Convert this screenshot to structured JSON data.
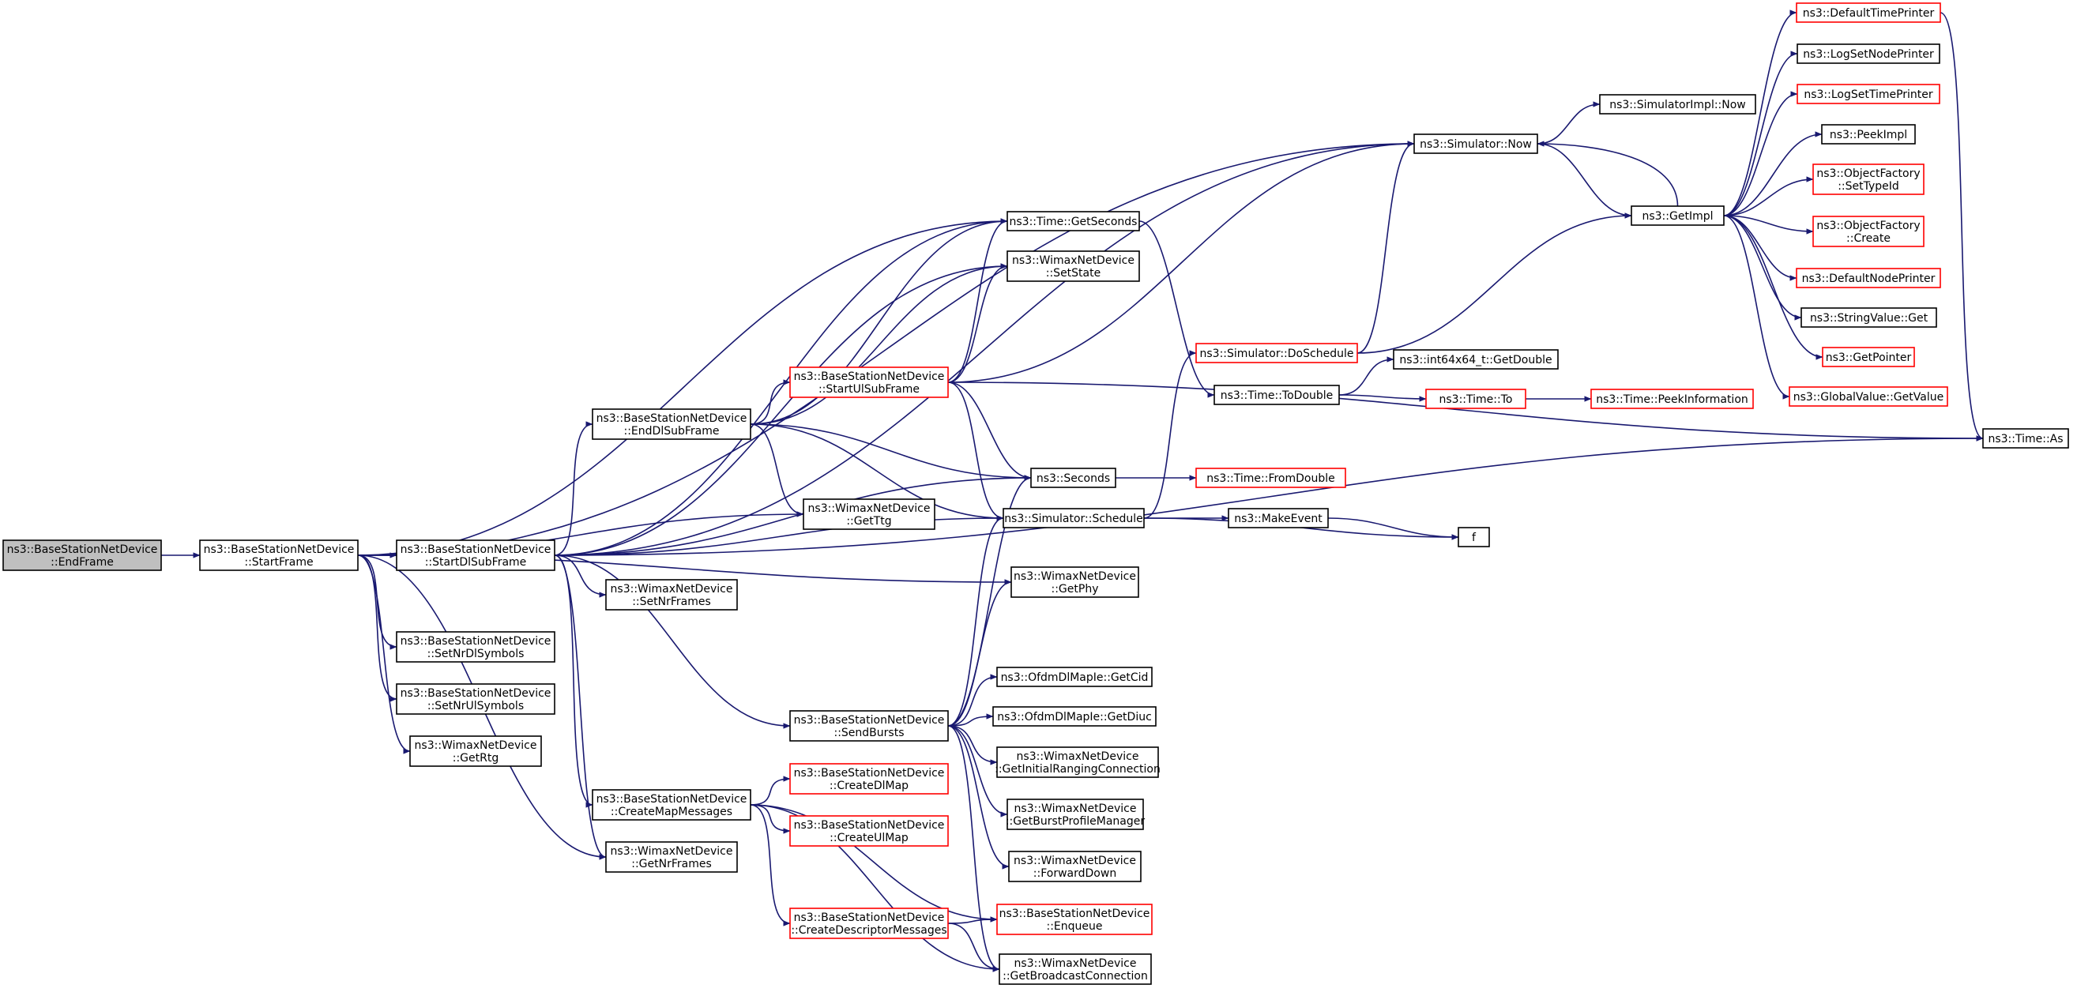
{
  "colors": {
    "edge": "#191970",
    "normal_border": "#000000",
    "link_border": "#ff0000",
    "root_fill": "#bfbfbf",
    "node_fill": "#ffffff"
  },
  "nodes": [
    {
      "id": "EndFrame",
      "lines": [
        "ns3::BaseStationNetDevice",
        "::EndFrame"
      ],
      "style": "root"
    },
    {
      "id": "StartFrame",
      "lines": [
        "ns3::BaseStationNetDevice",
        "::StartFrame"
      ],
      "style": "normal"
    },
    {
      "id": "StartDlSubFrame",
      "lines": [
        "ns3::BaseStationNetDevice",
        "::StartDlSubFrame"
      ],
      "style": "normal"
    },
    {
      "id": "SetNrDlSymbols",
      "lines": [
        "ns3::BaseStationNetDevice",
        "::SetNrDlSymbols"
      ],
      "style": "normal"
    },
    {
      "id": "SetNrUlSymbols",
      "lines": [
        "ns3::BaseStationNetDevice",
        "::SetNrUlSymbols"
      ],
      "style": "normal"
    },
    {
      "id": "GetRtg",
      "lines": [
        "ns3::WimaxNetDevice",
        "::GetRtg"
      ],
      "style": "normal"
    },
    {
      "id": "EndDlSubFrame",
      "lines": [
        "ns3::BaseStationNetDevice",
        "::EndDlSubFrame"
      ],
      "style": "normal"
    },
    {
      "id": "SetNrFrames",
      "lines": [
        "ns3::WimaxNetDevice",
        "::SetNrFrames"
      ],
      "style": "normal"
    },
    {
      "id": "CreateMapMessages",
      "lines": [
        "ns3::BaseStationNetDevice",
        "::CreateMapMessages"
      ],
      "style": "normal"
    },
    {
      "id": "GetNrFrames",
      "lines": [
        "ns3::WimaxNetDevice",
        "::GetNrFrames"
      ],
      "style": "normal"
    },
    {
      "id": "StartUlSubFrame",
      "lines": [
        "ns3::BaseStationNetDevice",
        "::StartUlSubFrame"
      ],
      "style": "link"
    },
    {
      "id": "GetTtg",
      "lines": [
        "ns3::WimaxNetDevice",
        "::GetTtg"
      ],
      "style": "normal"
    },
    {
      "id": "SendBursts",
      "lines": [
        "ns3::BaseStationNetDevice",
        "::SendBursts"
      ],
      "style": "normal"
    },
    {
      "id": "CreateDlMap",
      "lines": [
        "ns3::BaseStationNetDevice",
        "::CreateDlMap"
      ],
      "style": "link"
    },
    {
      "id": "CreateUlMap",
      "lines": [
        "ns3::BaseStationNetDevice",
        "::CreateUlMap"
      ],
      "style": "link"
    },
    {
      "id": "CreateDescriptorMessages",
      "lines": [
        "ns3::BaseStationNetDevice",
        "::CreateDescriptorMessages"
      ],
      "style": "link"
    },
    {
      "id": "GetSeconds",
      "lines": [
        "ns3::Time::GetSeconds"
      ],
      "style": "normal"
    },
    {
      "id": "SetState",
      "lines": [
        "ns3::WimaxNetDevice",
        "::SetState"
      ],
      "style": "normal"
    },
    {
      "id": "Seconds",
      "lines": [
        "ns3::Seconds"
      ],
      "style": "normal"
    },
    {
      "id": "Schedule",
      "lines": [
        "ns3::Simulator::Schedule"
      ],
      "style": "normal"
    },
    {
      "id": "GetPhy",
      "lines": [
        "ns3::WimaxNetDevice",
        "::GetPhy"
      ],
      "style": "normal"
    },
    {
      "id": "GetCid",
      "lines": [
        "ns3::OfdmDlMapIe::GetCid"
      ],
      "style": "normal"
    },
    {
      "id": "GetDiuc",
      "lines": [
        "ns3::OfdmDlMapIe::GetDiuc"
      ],
      "style": "normal"
    },
    {
      "id": "GetInitialRangingConnection",
      "lines": [
        "ns3::WimaxNetDevice",
        "::GetInitialRangingConnection"
      ],
      "style": "normal"
    },
    {
      "id": "GetBurstProfileManager",
      "lines": [
        "ns3::WimaxNetDevice",
        "::GetBurstProfileManager"
      ],
      "style": "normal"
    },
    {
      "id": "ForwardDown",
      "lines": [
        "ns3::WimaxNetDevice",
        "::ForwardDown"
      ],
      "style": "normal"
    },
    {
      "id": "Enqueue",
      "lines": [
        "ns3::BaseStationNetDevice",
        "::Enqueue"
      ],
      "style": "link"
    },
    {
      "id": "GetBroadcastConnection",
      "lines": [
        "ns3::WimaxNetDevice",
        "::GetBroadcastConnection"
      ],
      "style": "normal"
    },
    {
      "id": "DoSchedule",
      "lines": [
        "ns3::Simulator::DoSchedule"
      ],
      "style": "link"
    },
    {
      "id": "ToDouble",
      "lines": [
        "ns3::Time::ToDouble"
      ],
      "style": "normal"
    },
    {
      "id": "FromDouble",
      "lines": [
        "ns3::Time::FromDouble"
      ],
      "style": "link"
    },
    {
      "id": "MakeEvent",
      "lines": [
        "ns3::MakeEvent"
      ],
      "style": "normal"
    },
    {
      "id": "f",
      "lines": [
        "f"
      ],
      "style": "normal"
    },
    {
      "id": "Now",
      "lines": [
        "ns3::Simulator::Now"
      ],
      "style": "normal"
    },
    {
      "id": "SimImplNow",
      "lines": [
        "ns3::SimulatorImpl::Now"
      ],
      "style": "normal"
    },
    {
      "id": "GetImpl",
      "lines": [
        "ns3::GetImpl"
      ],
      "style": "normal"
    },
    {
      "id": "GetDouble",
      "lines": [
        "ns3::int64x64_t::GetDouble"
      ],
      "style": "normal"
    },
    {
      "id": "To",
      "lines": [
        "ns3::Time::To"
      ],
      "style": "link"
    },
    {
      "id": "PeekInformation",
      "lines": [
        "ns3::Time::PeekInformation"
      ],
      "style": "link"
    },
    {
      "id": "As",
      "lines": [
        "ns3::Time::As"
      ],
      "style": "normal"
    },
    {
      "id": "DefaultTimePrinter",
      "lines": [
        "ns3::DefaultTimePrinter"
      ],
      "style": "link"
    },
    {
      "id": "LogSetNodePrinter",
      "lines": [
        "ns3::LogSetNodePrinter"
      ],
      "style": "normal"
    },
    {
      "id": "LogSetTimePrinter",
      "lines": [
        "ns3::LogSetTimePrinter"
      ],
      "style": "link"
    },
    {
      "id": "PeekImpl",
      "lines": [
        "ns3::PeekImpl"
      ],
      "style": "normal"
    },
    {
      "id": "SetTypeId",
      "lines": [
        "ns3::ObjectFactory",
        "::SetTypeId"
      ],
      "style": "link"
    },
    {
      "id": "Create",
      "lines": [
        "ns3::ObjectFactory",
        "::Create"
      ],
      "style": "link"
    },
    {
      "id": "DefaultNodePrinter",
      "lines": [
        "ns3::DefaultNodePrinter"
      ],
      "style": "link"
    },
    {
      "id": "StringValueGet",
      "lines": [
        "ns3::StringValue::Get"
      ],
      "style": "normal"
    },
    {
      "id": "GetPointer",
      "lines": [
        "ns3::GetPointer"
      ],
      "style": "link"
    },
    {
      "id": "GetValue",
      "lines": [
        "ns3::GlobalValue::GetValue"
      ],
      "style": "link"
    }
  ],
  "edges": [
    [
      "EndFrame",
      "StartFrame"
    ],
    [
      "StartFrame",
      "Now"
    ],
    [
      "StartFrame",
      "GetSeconds"
    ],
    [
      "StartFrame",
      "GetTtg"
    ],
    [
      "StartFrame",
      "StartDlSubFrame"
    ],
    [
      "StartFrame",
      "GetPhy"
    ],
    [
      "StartFrame",
      "SetNrDlSymbols"
    ],
    [
      "StartFrame",
      "SetNrUlSymbols"
    ],
    [
      "StartFrame",
      "GetRtg"
    ],
    [
      "StartFrame",
      "GetNrFrames"
    ],
    [
      "StartDlSubFrame",
      "Now"
    ],
    [
      "StartDlSubFrame",
      "GetSeconds"
    ],
    [
      "StartDlSubFrame",
      "SetState"
    ],
    [
      "StartDlSubFrame",
      "EndDlSubFrame"
    ],
    [
      "StartDlSubFrame",
      "Seconds"
    ],
    [
      "StartDlSubFrame",
      "Schedule"
    ],
    [
      "StartDlSubFrame",
      "SetNrFrames"
    ],
    [
      "StartDlSubFrame",
      "As"
    ],
    [
      "StartDlSubFrame",
      "SendBursts"
    ],
    [
      "StartDlSubFrame",
      "CreateMapMessages"
    ],
    [
      "StartDlSubFrame",
      "GetNrFrames"
    ],
    [
      "EndDlSubFrame",
      "GetSeconds"
    ],
    [
      "EndDlSubFrame",
      "SetState"
    ],
    [
      "EndDlSubFrame",
      "StartUlSubFrame"
    ],
    [
      "EndDlSubFrame",
      "Seconds"
    ],
    [
      "EndDlSubFrame",
      "Schedule"
    ],
    [
      "EndDlSubFrame",
      "GetTtg"
    ],
    [
      "StartUlSubFrame",
      "GetSeconds"
    ],
    [
      "StartUlSubFrame",
      "SetState"
    ],
    [
      "StartUlSubFrame",
      "Now"
    ],
    [
      "StartUlSubFrame",
      "Seconds"
    ],
    [
      "StartUlSubFrame",
      "Schedule"
    ],
    [
      "StartUlSubFrame",
      "As"
    ],
    [
      "SendBursts",
      "Seconds"
    ],
    [
      "SendBursts",
      "Schedule"
    ],
    [
      "SendBursts",
      "GetPhy"
    ],
    [
      "SendBursts",
      "GetCid"
    ],
    [
      "SendBursts",
      "GetDiuc"
    ],
    [
      "SendBursts",
      "GetInitialRangingConnection"
    ],
    [
      "SendBursts",
      "GetBurstProfileManager"
    ],
    [
      "SendBursts",
      "ForwardDown"
    ],
    [
      "SendBursts",
      "GetBroadcastConnection"
    ],
    [
      "CreateMapMessages",
      "CreateDlMap"
    ],
    [
      "CreateMapMessages",
      "CreateUlMap"
    ],
    [
      "CreateMapMessages",
      "CreateDescriptorMessages"
    ],
    [
      "CreateMapMessages",
      "Enqueue"
    ],
    [
      "CreateMapMessages",
      "GetBroadcastConnection"
    ],
    [
      "CreateDescriptorMessages",
      "Enqueue"
    ],
    [
      "CreateDescriptorMessages",
      "GetBroadcastConnection"
    ],
    [
      "GetSeconds",
      "ToDouble"
    ],
    [
      "Seconds",
      "FromDouble"
    ],
    [
      "Schedule",
      "DoSchedule"
    ],
    [
      "Schedule",
      "MakeEvent"
    ],
    [
      "Schedule",
      "f"
    ],
    [
      "MakeEvent",
      "f"
    ],
    [
      "DoSchedule",
      "Now"
    ],
    [
      "DoSchedule",
      "GetImpl"
    ],
    [
      "ToDouble",
      "GetDouble"
    ],
    [
      "ToDouble",
      "To"
    ],
    [
      "To",
      "PeekInformation"
    ],
    [
      "Now",
      "SimImplNow"
    ],
    [
      "Now",
      "GetImpl"
    ],
    [
      "GetImpl",
      "Now"
    ],
    [
      "GetImpl",
      "DefaultTimePrinter"
    ],
    [
      "GetImpl",
      "LogSetNodePrinter"
    ],
    [
      "GetImpl",
      "LogSetTimePrinter"
    ],
    [
      "GetImpl",
      "PeekImpl"
    ],
    [
      "GetImpl",
      "SetTypeId"
    ],
    [
      "GetImpl",
      "Create"
    ],
    [
      "GetImpl",
      "DefaultNodePrinter"
    ],
    [
      "GetImpl",
      "StringValueGet"
    ],
    [
      "GetImpl",
      "GetPointer"
    ],
    [
      "GetImpl",
      "GetValue"
    ],
    [
      "DefaultTimePrinter",
      "As"
    ]
  ]
}
